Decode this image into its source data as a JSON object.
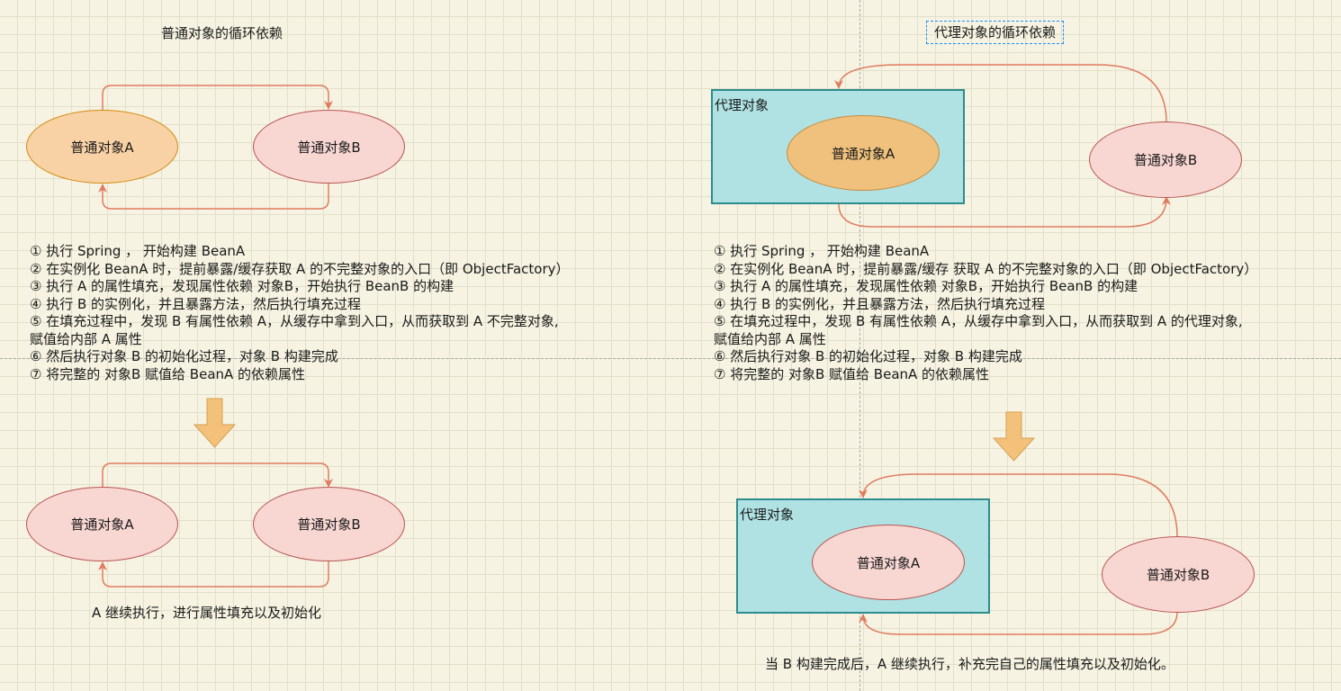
{
  "left": {
    "title": "普通对象的循环依赖",
    "top_node_a": "普通对象A",
    "top_node_b": "普通对象B",
    "steps": [
      "① 执行 Spring ， 开始构建 BeanA",
      "② 在实例化 BeanA 时，提前暴露/缓存获取 A 的不完整对象的入口（即 ObjectFactory）",
      "③ 执行 A 的属性填充，发现属性依赖 对象B，开始执行 BeanB 的构建",
      "④ 执行 B 的实例化，并且暴露方法，然后执行填充过程",
      "⑤ 在填充过程中，发现 B 有属性依赖 A，从缓存中拿到入口，从而获取到 A 不完整对象,",
      "赋值给内部 A 属性",
      "⑥ 然后执行对象 B 的初始化过程，对象 B 构建完成",
      "⑦ 将完整的 对象B 赋值给 BeanA 的依赖属性"
    ],
    "bottom_node_a": "普通对象A",
    "bottom_node_b": "普通对象B",
    "caption": "A 继续执行，进行属性填充以及初始化"
  },
  "right": {
    "title": "代理对象的循环依赖",
    "top_proxy_label": "代理对象",
    "top_node_a": "普通对象A",
    "top_node_b": "普通对象B",
    "steps": [
      "① 执行 Spring ， 开始构建 BeanA",
      "② 在实例化 BeanA 时，提前暴露/缓存 获取 A 的不完整对象的入口（即 ObjectFactory）",
      "③ 执行 A 的属性填充，发现属性依赖 对象B，开始执行 BeanB 的构建",
      "④ 执行 B 的实例化，并且暴露方法，然后执行填充过程",
      "⑤ 在填充过程中，发现 B 有属性依赖 A，从缓存中拿到入口，从而获取到 A 的代理对象,",
      "赋值给内部 A 属性",
      "⑥ 然后执行对象 B 的初始化过程，对象 B 构建完成",
      "⑦ 将完整的 对象B 赋值给 BeanA 的依赖属性"
    ],
    "bottom_proxy_label": "代理对象",
    "bottom_node_a": "普通对象A",
    "bottom_node_b": "普通对象B",
    "caption": "当 B 构建完成后，A 继续执行，补充完自己的属性填充以及初始化。"
  },
  "colors": {
    "arrow": "#e07b60",
    "pink_fill": "#f8d6d2",
    "pink_stroke": "#b85450",
    "orange_fill": "#f8d2a5",
    "proxy_fill": "#b0e2e4",
    "proxy_stroke": "#2d8c8c",
    "down_arrow_fill": "#f3c17a",
    "title_box_border": "#1e90ff"
  }
}
